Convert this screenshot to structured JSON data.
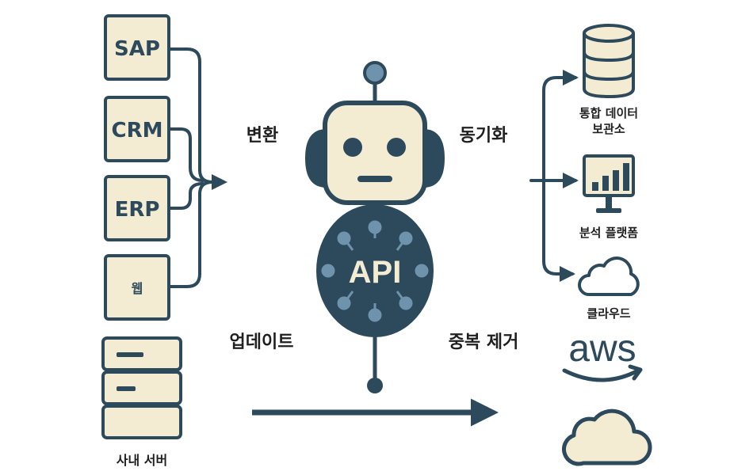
{
  "colors": {
    "dark": "#2d4a5c",
    "cream": "#f4ecd2",
    "text": "#1f1f1f",
    "node": "#6f92ad",
    "background": "#ffffff"
  },
  "sources": [
    {
      "id": "sap",
      "label": "SAP"
    },
    {
      "id": "crm",
      "label": "CRM"
    },
    {
      "id": "erp",
      "label": "ERP"
    },
    {
      "id": "web",
      "label": "웹"
    }
  ],
  "server": {
    "label": "사내 서버",
    "icon": "server-rack-icon"
  },
  "robot": {
    "chest_label": "API",
    "icon": "robot-icon"
  },
  "labels": {
    "transform": "변환",
    "update": "업데이트",
    "sync": "동기화",
    "dedupe": "중복 제거"
  },
  "destinations": [
    {
      "id": "warehouse",
      "line1": "통합 데이터",
      "line2": "보관소",
      "icon": "database-icon"
    },
    {
      "id": "analytics",
      "line1": "분석 플랫폼",
      "line2": "",
      "icon": "bar-chart-monitor-icon"
    },
    {
      "id": "cloud",
      "line1": "클라우드",
      "line2": "",
      "icon": "cloud-icon"
    }
  ],
  "aws": {
    "logo_text": "aws",
    "icon": "aws-logo-icon"
  },
  "bottom_cloud": {
    "icon": "cloud-icon"
  }
}
